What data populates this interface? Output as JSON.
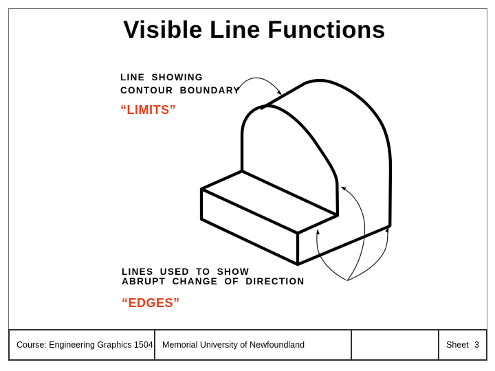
{
  "slide": {
    "title": "Visible Line Functions"
  },
  "labels": {
    "contour_boundary": {
      "line1": "LINE SHOWING",
      "line2": "CONTOUR BOUNDARY",
      "term": "“LIMITS”"
    },
    "abrupt_change": {
      "line1": "LINES USED TO SHOW",
      "line2": "ABRUPT CHANGE OF DIRECTION",
      "term": "“EDGES”"
    }
  },
  "colors": {
    "term_accent_red": "#e2401d",
    "ink_black": "#000000",
    "frame_gray": "#6f6f6f"
  },
  "footer": {
    "course": "Course: Engineering Graphics 1504",
    "institution": "Memorial University of Newfoundland",
    "blank": "",
    "sheet_label": "Sheet",
    "sheet_number": "3"
  }
}
